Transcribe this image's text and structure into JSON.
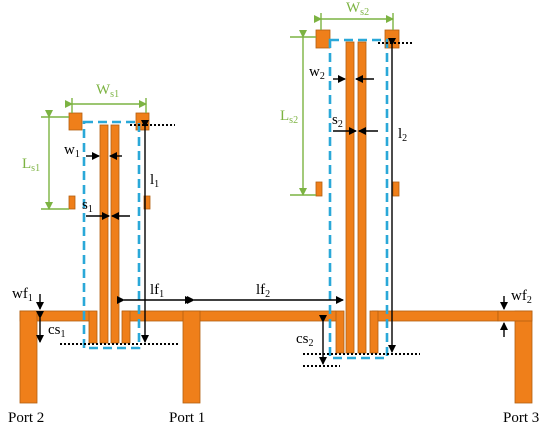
{
  "colors": {
    "copper": "#ef7f1a",
    "copper_edge": "#b35f10",
    "dashed_box": "#2aa8d8",
    "green_dim": "#7cb342",
    "black_dim": "#000000"
  },
  "labels": {
    "ws1": {
      "main": "W",
      "sub": "s1"
    },
    "ls1": {
      "main": "L",
      "sub": "s1"
    },
    "w1": {
      "main": "w",
      "sub": "1"
    },
    "s1": {
      "main": "s",
      "sub": "1"
    },
    "l1": {
      "main": "l",
      "sub": "1"
    },
    "lf1": {
      "main": "lf",
      "sub": "1"
    },
    "lf2": {
      "main": "lf",
      "sub": "2"
    },
    "wf1": {
      "main": "wf",
      "sub": "1"
    },
    "cs1": {
      "main": "cs",
      "sub": "1"
    },
    "ws2": {
      "main": "W",
      "sub": "s2"
    },
    "ls2": {
      "main": "L",
      "sub": "s2"
    },
    "w2": {
      "main": "w",
      "sub": "2"
    },
    "s2": {
      "main": "s",
      "sub": "2"
    },
    "l2": {
      "main": "l",
      "sub": "2"
    },
    "cs2": {
      "main": "cs",
      "sub": "2"
    },
    "wf2": {
      "main": "wf",
      "sub": "2"
    }
  },
  "ports": {
    "port2": "Port 2",
    "port1": "Port 1",
    "port3": "Port 3"
  }
}
